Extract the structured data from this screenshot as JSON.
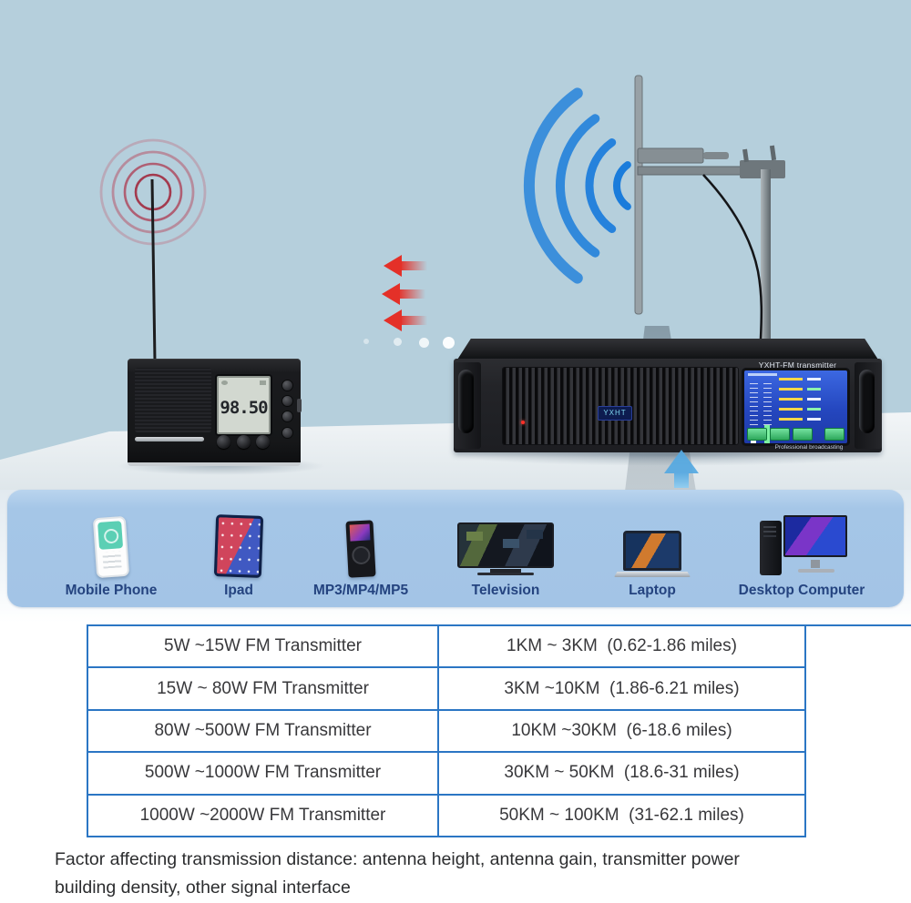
{
  "scene": {
    "radio": {
      "frequency_display": "98.50"
    },
    "transmitter": {
      "model_label": "YXHT-FM transmitter",
      "logo": "YXHT",
      "tagline": "Professional broadcasting"
    }
  },
  "devices": {
    "items": [
      {
        "label": "Mobile Phone"
      },
      {
        "label": "Ipad"
      },
      {
        "label": "MP3/MP4/MP5"
      },
      {
        "label": "Television"
      },
      {
        "label": "Laptop"
      },
      {
        "label": "Desktop Computer"
      }
    ]
  },
  "range_table": {
    "rows": [
      {
        "power": "5W ~15W FM Transmitter",
        "distance": "1KM ~ 3KM  (0.62-1.86 miles)"
      },
      {
        "power": "15W ~ 80W FM Transmitter",
        "distance": "3KM ~10KM  (1.86-6.21 miles)"
      },
      {
        "power": "80W ~500W FM Transmitter",
        "distance": "10KM ~30KM  (6-18.6 miles)"
      },
      {
        "power": "500W ~1000W FM Transmitter",
        "distance": "30KM ~ 50KM  (18.6-31 miles)"
      },
      {
        "power": "1000W ~2000W FM Transmitter",
        "distance": "50KM ~ 100KM  (31-62.1 miles)"
      }
    ]
  },
  "footer": {
    "line1": "Factor affecting transmission distance: antenna height, antenna gain, transmitter power",
    "line2": "building density, other signal interface"
  },
  "colors": {
    "scene_background": "#b5cfdc",
    "devices_panel_blue": "#a5c6e7",
    "table_border_blue": "#2b76c4",
    "red_signal_wave": "#b83a50",
    "blue_signal_wave": "#1a7cdb",
    "red_arrow": "#e43028",
    "device_label_navy": "#24437f"
  }
}
